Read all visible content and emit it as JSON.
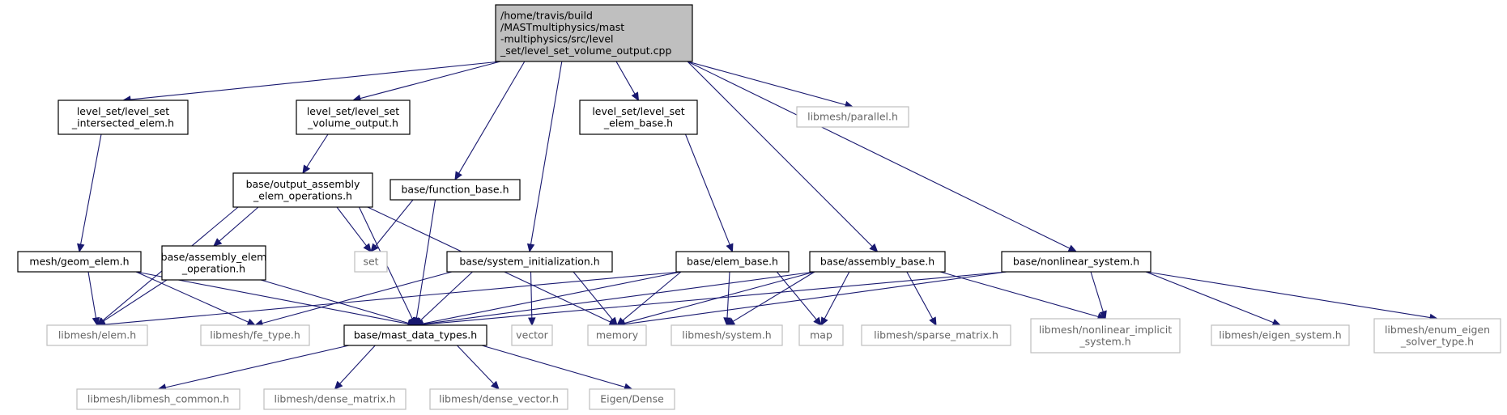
{
  "graph": {
    "nodes": [
      {
        "id": "root",
        "lines": [
          "/home/travis/build",
          "/MASTmultiphysics/mast",
          "-multiphysics/src/level",
          "_set/level_set_volume_output.cpp"
        ],
        "kind": "root"
      },
      {
        "id": "lsi",
        "lines": [
          "level_set/level_set",
          "_intersected_elem.h"
        ],
        "kind": "doc"
      },
      {
        "id": "lsvo",
        "lines": [
          "level_set/level_set",
          "_volume_output.h"
        ],
        "kind": "doc"
      },
      {
        "id": "lseb",
        "lines": [
          "level_set/level_set",
          "_elem_base.h"
        ],
        "kind": "doc"
      },
      {
        "id": "parallel",
        "lines": [
          "libmesh/parallel.h"
        ],
        "kind": "ext"
      },
      {
        "id": "oaeo",
        "lines": [
          "base/output_assembly",
          "_elem_operations.h"
        ],
        "kind": "doc"
      },
      {
        "id": "fb",
        "lines": [
          "base/function_base.h"
        ],
        "kind": "doc"
      },
      {
        "id": "ge",
        "lines": [
          "mesh/geom_elem.h"
        ],
        "kind": "doc"
      },
      {
        "id": "aeo",
        "lines": [
          "base/assembly_elem",
          "_operation.h"
        ],
        "kind": "doc"
      },
      {
        "id": "set",
        "lines": [
          "set"
        ],
        "kind": "ext"
      },
      {
        "id": "si",
        "lines": [
          "base/system_initialization.h"
        ],
        "kind": "doc"
      },
      {
        "id": "eb",
        "lines": [
          "base/elem_base.h"
        ],
        "kind": "doc"
      },
      {
        "id": "ab",
        "lines": [
          "base/assembly_base.h"
        ],
        "kind": "doc"
      },
      {
        "id": "ns",
        "lines": [
          "base/nonlinear_system.h"
        ],
        "kind": "doc"
      },
      {
        "id": "elem",
        "lines": [
          "libmesh/elem.h"
        ],
        "kind": "ext"
      },
      {
        "id": "fetype",
        "lines": [
          "libmesh/fe_type.h"
        ],
        "kind": "ext"
      },
      {
        "id": "mdt",
        "lines": [
          "base/mast_data_types.h"
        ],
        "kind": "doc"
      },
      {
        "id": "vector",
        "lines": [
          "vector"
        ],
        "kind": "ext"
      },
      {
        "id": "memory",
        "lines": [
          "memory"
        ],
        "kind": "ext"
      },
      {
        "id": "system",
        "lines": [
          "libmesh/system.h"
        ],
        "kind": "ext"
      },
      {
        "id": "map",
        "lines": [
          "map"
        ],
        "kind": "ext"
      },
      {
        "id": "sparse",
        "lines": [
          "libmesh/sparse_matrix.h"
        ],
        "kind": "ext"
      },
      {
        "id": "nlis",
        "lines": [
          "libmesh/nonlinear_implicit",
          "_system.h"
        ],
        "kind": "ext"
      },
      {
        "id": "eigsys",
        "lines": [
          "libmesh/eigen_system.h"
        ],
        "kind": "ext"
      },
      {
        "id": "eest",
        "lines": [
          "libmesh/enum_eigen",
          "_solver_type.h"
        ],
        "kind": "ext"
      },
      {
        "id": "lmc",
        "lines": [
          "libmesh/libmesh_common.h"
        ],
        "kind": "ext"
      },
      {
        "id": "dm",
        "lines": [
          "libmesh/dense_matrix.h"
        ],
        "kind": "ext"
      },
      {
        "id": "dv",
        "lines": [
          "libmesh/dense_vector.h"
        ],
        "kind": "ext"
      },
      {
        "id": "eigd",
        "lines": [
          "Eigen/Dense"
        ],
        "kind": "ext"
      }
    ],
    "edges": [
      [
        "root",
        "lsi"
      ],
      [
        "root",
        "lsvo"
      ],
      [
        "root",
        "fb"
      ],
      [
        "root",
        "si"
      ],
      [
        "root",
        "lseb"
      ],
      [
        "root",
        "ab"
      ],
      [
        "root",
        "parallel"
      ],
      [
        "root",
        "ns"
      ],
      [
        "lsi",
        "ge"
      ],
      [
        "lsvo",
        "oaeo"
      ],
      [
        "lseb",
        "eb"
      ],
      [
        "oaeo",
        "elem"
      ],
      [
        "oaeo",
        "aeo"
      ],
      [
        "oaeo",
        "mdt"
      ],
      [
        "oaeo",
        "set"
      ],
      [
        "oaeo",
        "memory"
      ],
      [
        "fb",
        "set"
      ],
      [
        "fb",
        "mdt"
      ],
      [
        "ge",
        "elem"
      ],
      [
        "ge",
        "fetype"
      ],
      [
        "ge",
        "mdt"
      ],
      [
        "aeo",
        "elem"
      ],
      [
        "aeo",
        "mdt"
      ],
      [
        "si",
        "fetype"
      ],
      [
        "si",
        "mdt"
      ],
      [
        "si",
        "vector"
      ],
      [
        "si",
        "memory"
      ],
      [
        "eb",
        "elem"
      ],
      [
        "eb",
        "mdt"
      ],
      [
        "eb",
        "memory"
      ],
      [
        "eb",
        "system"
      ],
      [
        "eb",
        "map"
      ],
      [
        "ab",
        "mdt"
      ],
      [
        "ab",
        "memory"
      ],
      [
        "ab",
        "system"
      ],
      [
        "ab",
        "map"
      ],
      [
        "ab",
        "sparse"
      ],
      [
        "ab",
        "nlis"
      ],
      [
        "ns",
        "mdt"
      ],
      [
        "ns",
        "memory"
      ],
      [
        "ns",
        "nlis"
      ],
      [
        "ns",
        "eigsys"
      ],
      [
        "ns",
        "eest"
      ],
      [
        "mdt",
        "lmc"
      ],
      [
        "mdt",
        "dm"
      ],
      [
        "mdt",
        "dv"
      ],
      [
        "mdt",
        "eigd"
      ]
    ]
  }
}
